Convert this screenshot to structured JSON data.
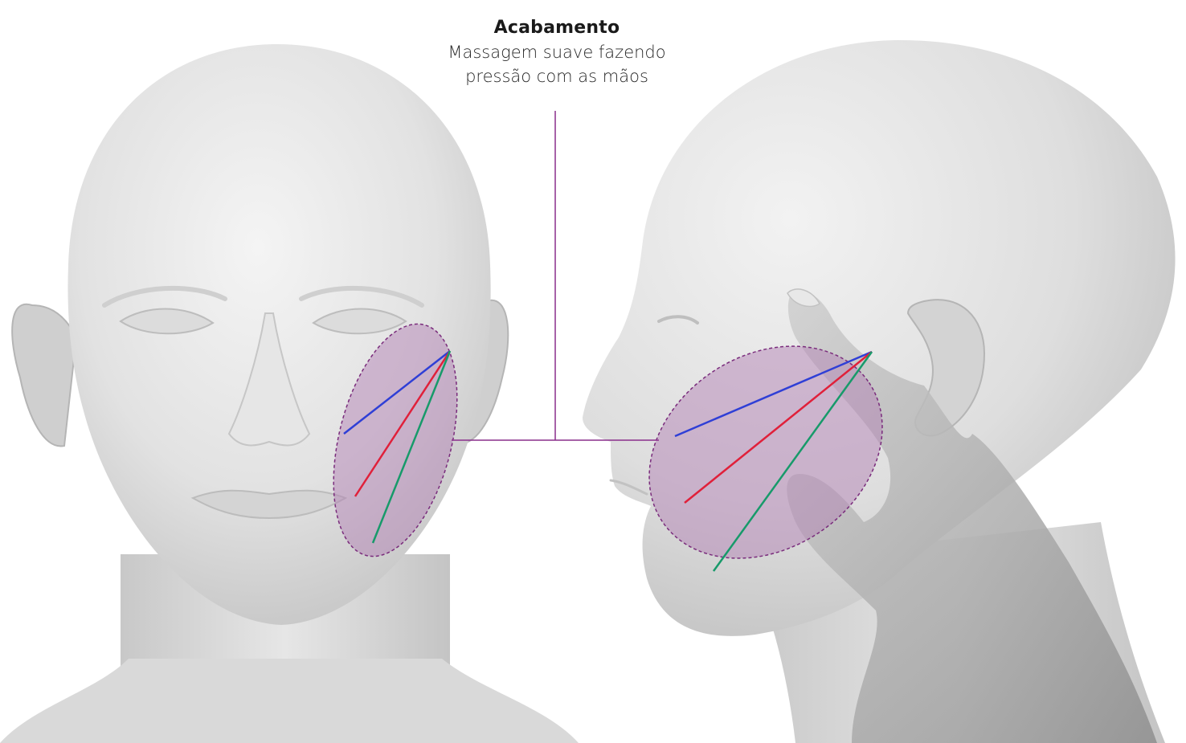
{
  "caption": {
    "title": "Acabamento",
    "line1": "Massagem suave fazendo",
    "line2": "pressão com as mãos"
  },
  "colors": {
    "zone_fill": "#b27fb4",
    "zone_stroke": "#7a2c7c",
    "leader": "#8a2f8c",
    "stroke_blue": "#2f3fd6",
    "stroke_red": "#e0203a",
    "stroke_green": "#179a6a",
    "skin_light": "#ededed",
    "skin_mid": "#d8d8d8",
    "skin_dark": "#bdbdbd"
  }
}
